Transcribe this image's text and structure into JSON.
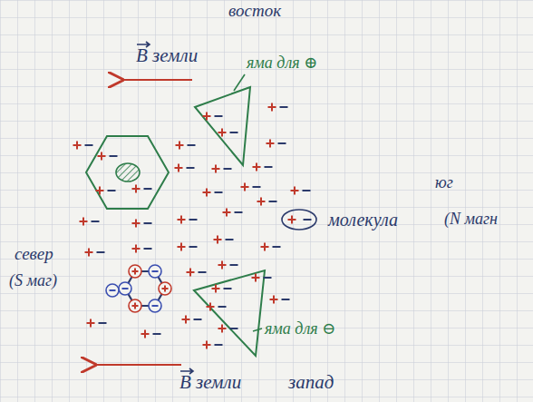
{
  "diagram": {
    "labels": [
      "восток",
      "B земли",
      "яма для ⊕",
      "молекула",
      "юг",
      "(N магн",
      "север",
      "(S маг)",
      "яма для ⊖",
      "B земли",
      "запад"
    ]
  }
}
